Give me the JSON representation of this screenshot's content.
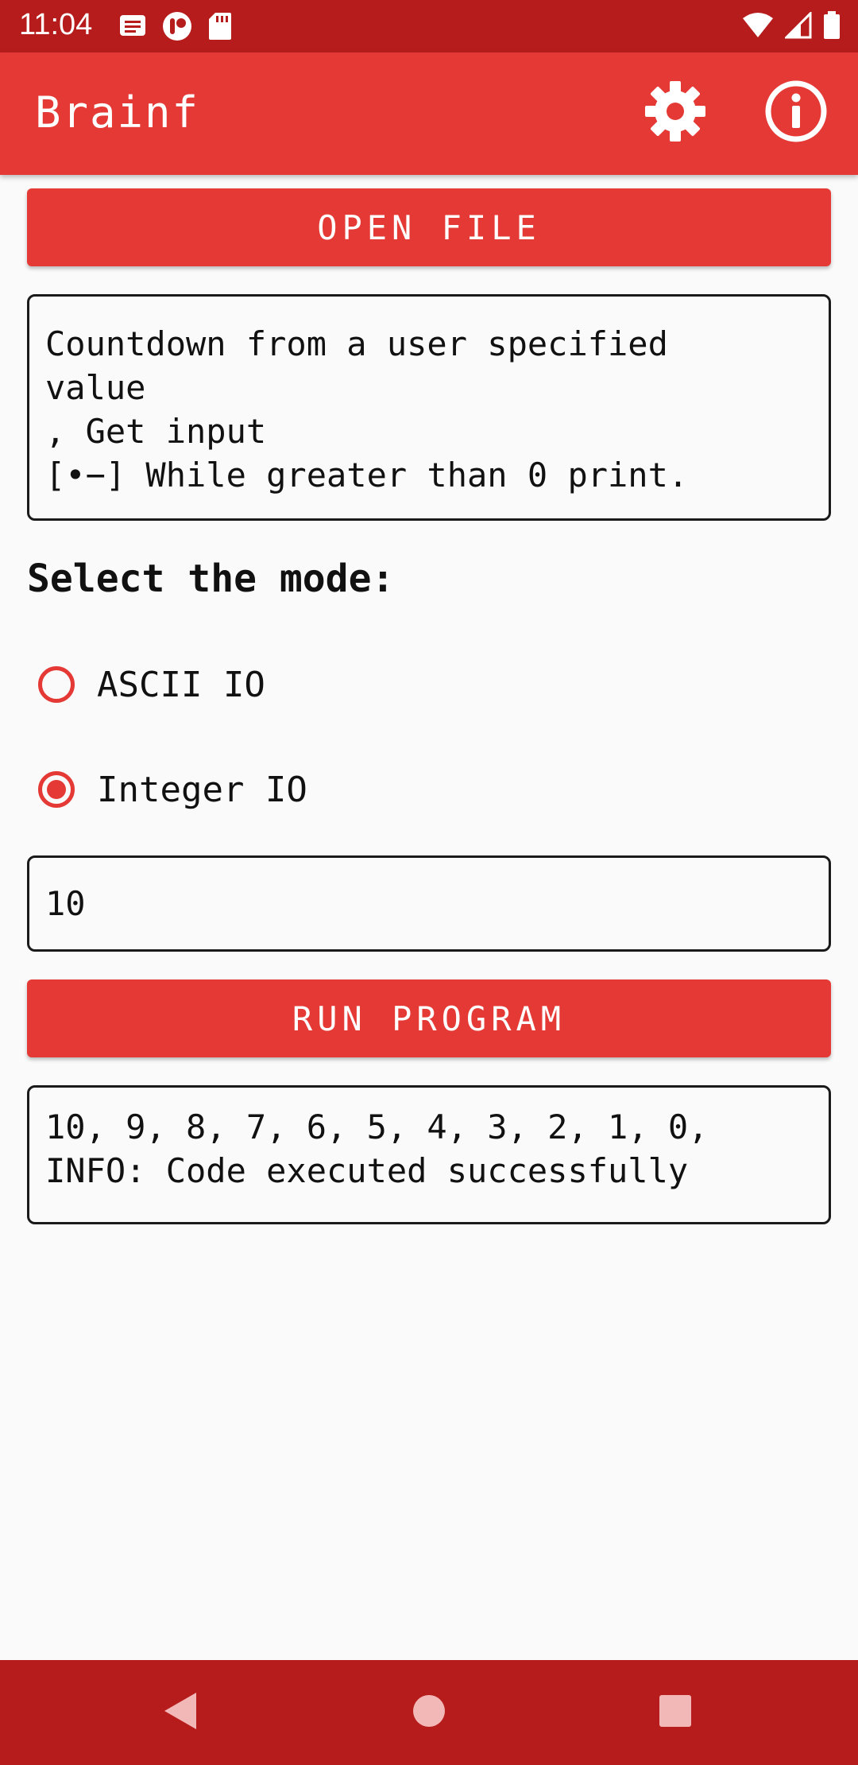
{
  "status_bar": {
    "time": "11:04",
    "icons_left": [
      "message-icon",
      "app-notification-icon",
      "sd-card-icon"
    ],
    "icons_right": [
      "wifi-icon",
      "signal-icon",
      "battery-icon"
    ]
  },
  "app_bar": {
    "title": "Brainf",
    "actions": [
      "gear-icon",
      "info-icon"
    ]
  },
  "main": {
    "open_file_label": "OPEN FILE",
    "code_text": "Countdown from a user specified\nvalue\n, Get input\n[•−] While greater than 0 print.",
    "mode_label": "Select the mode:",
    "modes": [
      {
        "label": "ASCII IO",
        "selected": false
      },
      {
        "label": "Integer IO",
        "selected": true
      }
    ],
    "input_value": "10",
    "run_label": "RUN PROGRAM",
    "output_text": "10, 9, 8, 7, 6, 5, 4, 3, 2, 1, 0,\nINFO: Code executed successfully"
  },
  "nav_bar": {
    "buttons": [
      "back-icon",
      "home-icon",
      "recents-icon"
    ]
  },
  "colors": {
    "primary": "#e53935",
    "primary_dark": "#b71c1c",
    "background": "#fafafa"
  }
}
